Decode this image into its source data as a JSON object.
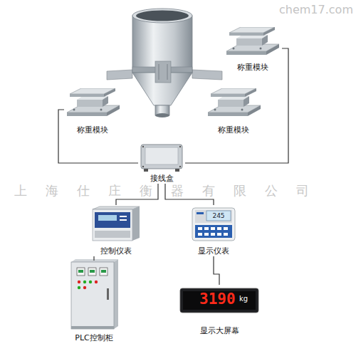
{
  "diagram": {
    "nodes": [
      {
        "text": [
          "称重模块"
        ]
      },
      {
        "text": [
          "称重模块"
        ]
      },
      {
        "text": [
          "称重模块"
        ]
      },
      {
        "text": [
          "接线盒"
        ]
      },
      {
        "text": [
          "控制仪表"
        ]
      },
      {
        "text": [
          "显示仪表",
          "245"
        ]
      },
      {
        "text": [
          "PLC控制柜"
        ]
      },
      {
        "text": [
          "显示大屏幕",
          "3190",
          "kg"
        ]
      }
    ],
    "edges": [
      {
        "from": 0,
        "to": 3,
        "arrow": "none"
      },
      {
        "from": 1,
        "to": 3,
        "arrow": "none"
      },
      {
        "from": 3,
        "to": 4,
        "arrow": "none"
      },
      {
        "from": 3,
        "to": 5,
        "arrow": "none"
      },
      {
        "from": 4,
        "to": 6,
        "arrow": "none"
      },
      {
        "from": 5,
        "to": 7,
        "arrow": "none"
      }
    ],
    "labels": [
      "chem17.com",
      "上海仕庄衡器有限公司"
    ]
  }
}
